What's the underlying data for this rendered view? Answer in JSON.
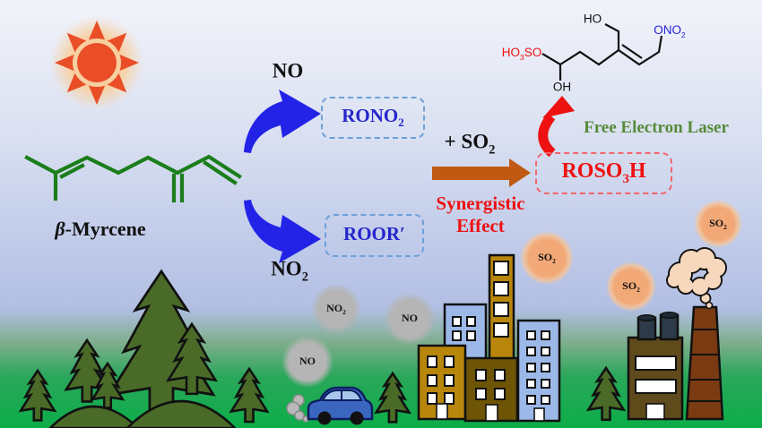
{
  "labels": {
    "no": {
      "pre": "NO",
      "sub": ""
    },
    "no2": {
      "pre": "NO",
      "sub": "2"
    },
    "rono2": {
      "pre": "RONO",
      "sub": "2"
    },
    "roor": {
      "pre": "ROOR′",
      "sub": ""
    },
    "plus_so2": {
      "pre": "+ SO",
      "sub": "2"
    },
    "synergistic_line1": "Synergistic",
    "synergistic_line2": "Effect",
    "roso3h": {
      "pre": "ROSO",
      "sub": "3",
      "post": "H"
    },
    "laser": "Free Electron Laser",
    "myrcene": {
      "beta": "β",
      "rest": "-Myrcene"
    }
  },
  "product_labels": {
    "ho": "HO",
    "oh": "OH",
    "ono2": {
      "pre": "ONO",
      "sub": "2"
    },
    "ho3so": {
      "pre": "HO",
      "sub": "3",
      "post": "SO"
    }
  },
  "gases": [
    {
      "pre": "NO",
      "sub": "2"
    },
    {
      "pre": "NO",
      "sub": ""
    },
    {
      "pre": "NO",
      "sub": ""
    },
    {
      "pre": "SO",
      "sub": "2"
    },
    {
      "pre": "SO",
      "sub": "2"
    },
    {
      "pre": "SO",
      "sub": "2"
    }
  ],
  "colors": {
    "sun-core": "#e94e27",
    "sun-glow": "#f8cfa0",
    "arrow-blue": "#2323e8",
    "box-border-blue": "#6ea0d8",
    "text-blue": "#2525cc",
    "arrow-orange": "#c05a12",
    "red": "#ee1111",
    "box-border-red": "#f4646a",
    "laser-green": "#568a3a",
    "molecule-green": "#1b7e1b",
    "tree-green": "#4a6b28",
    "gas-gray": "#b5b5b5",
    "gas-orange": "#f3a977",
    "building-gold": "#b8860b",
    "building-blue": "#9cb8e8",
    "building-brown": "#6e5405",
    "factory-brown": "#5f4a1c",
    "stack-brown": "#7a3a12",
    "smoke-cream": "#f7d8bc",
    "car-blue": "#3a66c0",
    "chimney-dark": "#2c3a49",
    "grass": "#0cad49",
    "sky-top": "#f2f3fa",
    "sky-mid": "#bfcae9",
    "product-blue": "#2222dd"
  }
}
